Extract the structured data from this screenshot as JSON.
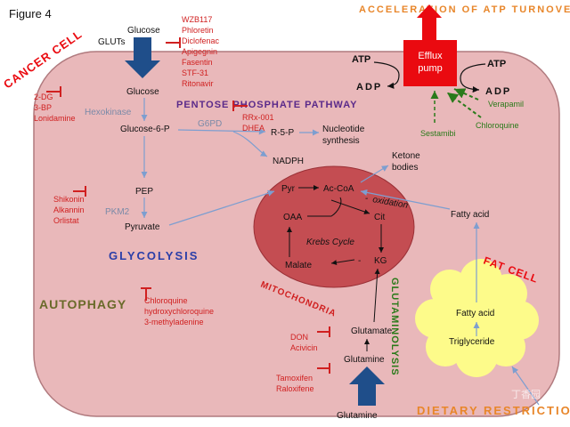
{
  "figure_label": "Figure 4",
  "cell_labels": {
    "cancer_cell": "CANCER CELL",
    "fat_cell": "FAT CELL",
    "mitochondria": "MITOCHONDRIA"
  },
  "headers": {
    "acceleration": "ACCELERATION OF ATP TURNOVER",
    "dietary": "DIETARY RESTRICTION",
    "pentose": "PENTOSE PHOSPHATE PATHWAY",
    "glycolysis": "GLYCOLYSIS",
    "autophagy": "AUTOPHAGY",
    "glutaminolysis": "GLUTAMINOLYSIS",
    "krebs": "Krebs Cycle"
  },
  "metabolites": {
    "glucose_top": "Glucose",
    "gluts": "GLUTs",
    "glucose": "Glucose",
    "glucose6p": "Glucose-6-P",
    "pep": "PEP",
    "pyruvate": "Pyruvate",
    "r5p": "R-5-P",
    "nadph": "NADPH",
    "nucleotide1": "Nucleotide",
    "nucleotide2": "synthesis",
    "ketone1": "Ketone",
    "ketone2": "bodies",
    "pyr": "Pyr",
    "acetylcoa": "Ac-CoA",
    "oaa": "OAA",
    "cit": "Cit",
    "kg": "KG",
    "malate": "Malate",
    "glutamate": "Glutamate",
    "glutamine_in": "Glutamine",
    "glutamine_bottom": "Glutamine",
    "fatty_acid": "Fatty acid",
    "fatty_acid_fat": "Fatty acid",
    "triglyceride": "Triglyceride",
    "oxidation": "oxidation",
    "beta_mark": "-"
  },
  "enzymes": {
    "hexokinase": "Hexokinase",
    "g6pd": "G6PD",
    "pkm2": "PKM2"
  },
  "pump": {
    "line1": "Efflux",
    "line2": "pump",
    "atp_left": "ATP",
    "atp_right": "ATP",
    "adp_left": "ADP",
    "adp_right": "ADP"
  },
  "inhibitors": {
    "glut": [
      "WZB117",
      "Phloretin",
      "Diclofenac",
      "Apigegnin",
      "Fasentin",
      "STF-31",
      "Ritonavir"
    ],
    "hexokinase": [
      "2-DG",
      "3-BP",
      "Lonidamine"
    ],
    "g6pd": [
      "RRx-001",
      "DHEA"
    ],
    "pkm2": [
      "Shikonin",
      "Alkannin",
      "Orlistat"
    ],
    "autophagy": [
      "Chloroquine",
      "hydroxychloroquine",
      "3-methyladenine"
    ],
    "glutaminase": [
      "DON",
      "Acivicin"
    ],
    "glutamine_uptake": [
      "Tamoxifen",
      "Raloxifene"
    ],
    "pump": [
      "Verapamil",
      "Chloroquine",
      "Sestamibi"
    ]
  },
  "colors": {
    "cell_fill": "#e9b8ba",
    "cell_stroke": "#b07a7e",
    "mito_fill": "#c44d52",
    "fat_fill": "#fdfb8a",
    "pump_fill": "#ea0a10",
    "arrow_blue": "#7d9ed0",
    "dark_blue": "#1f4e8a",
    "inhibitor_red": "#d02020",
    "green": "#2a7a1a"
  },
  "watermark": "丁香园"
}
